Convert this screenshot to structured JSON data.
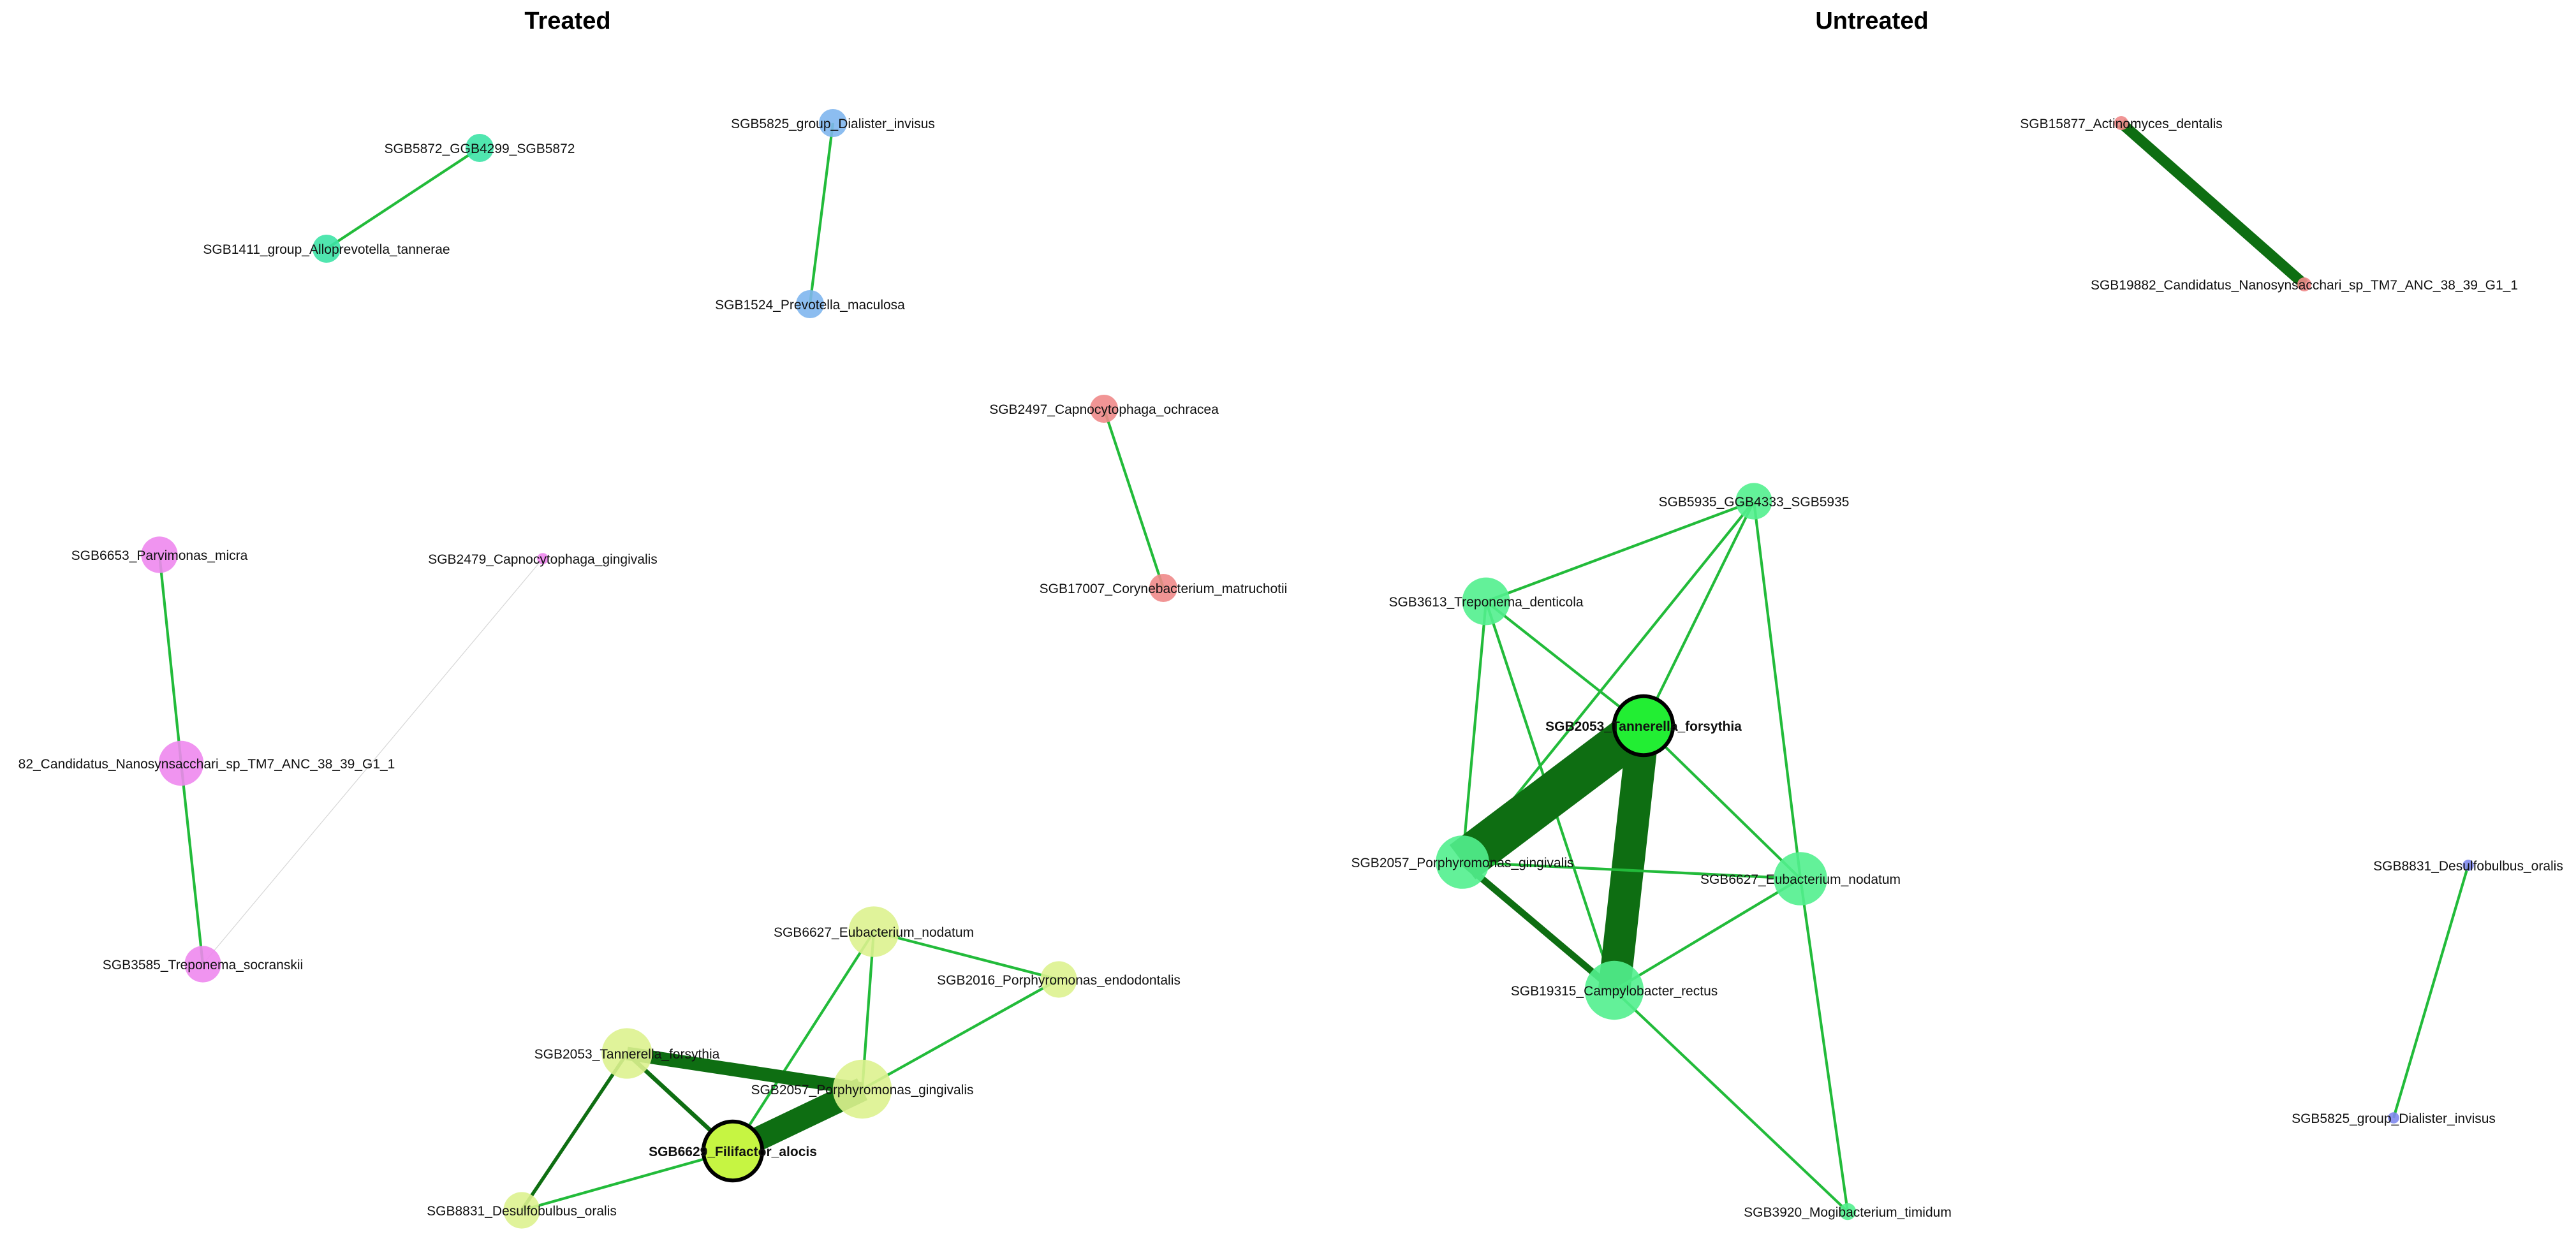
{
  "panels": [
    {
      "title": "Treated",
      "nodes": [
        {
          "id": "t_5872",
          "label": "SGB5872_GGB4299_SGB5872",
          "color": "#3de3a6",
          "size": 1
        },
        {
          "id": "t_1411",
          "label": "SGB1411_group_Alloprevotella_tannerae",
          "color": "#3de3a6",
          "size": 1
        },
        {
          "id": "t_5825",
          "label": "SGB5825_group_Dialister_invisus",
          "color": "#7fb6ee",
          "size": 1
        },
        {
          "id": "t_1524",
          "label": "SGB1524_Prevotella_maculosa",
          "color": "#7fb6ee",
          "size": 1
        },
        {
          "id": "t_2497",
          "label": "SGB2497_Capnocytophaga_ochracea",
          "color": "#f08a8a",
          "size": 1
        },
        {
          "id": "t_17007",
          "label": "SGB17007_Corynebacterium_matruchotii",
          "color": "#f08a8a",
          "size": 1
        },
        {
          "id": "t_6653",
          "label": "SGB6653_Parvimonas_micra",
          "color": "#ee88ee",
          "size": 1.3
        },
        {
          "id": "t_2479",
          "label": "SGB2479_Capnocytophaga_gingivalis",
          "color": "#ee88ee",
          "size": 0.4
        },
        {
          "id": "t_19882",
          "label": "82_Candidatus_Nanosynsacchari_sp_TM7_ANC_38_39_G1_1",
          "color": "#ee88ee",
          "size": 1.6
        },
        {
          "id": "t_3585",
          "label": "SGB3585_Treponema_socranskii",
          "color": "#ee88ee",
          "size": 1.3
        },
        {
          "id": "t_6627",
          "label": "SGB6627_Eubacterium_nodatum",
          "color": "#ddf28f",
          "size": 1.8
        },
        {
          "id": "t_2016",
          "label": "SGB2016_Porphyromonas_endodontalis",
          "color": "#ddf28f",
          "size": 1.3
        },
        {
          "id": "t_2053",
          "label": "SGB2053_Tannerella_forsythia",
          "color": "#ddf28f",
          "size": 1.8
        },
        {
          "id": "t_2057",
          "label": "SGB2057_Porphyromonas_gingivalis",
          "color": "#ddf28f",
          "size": 2.1
        },
        {
          "id": "t_6629",
          "label": "SGB6629_Filifactor_alocis",
          "color": "#c6f542",
          "size": 2.1,
          "hub": true
        },
        {
          "id": "t_8831",
          "label": "SGB8831_Desulfobulbus_oralis",
          "color": "#ddf28f",
          "size": 1.3
        }
      ],
      "edges": [
        {
          "source": "t_5872",
          "target": "t_1411",
          "weight": 1
        },
        {
          "source": "t_5825",
          "target": "t_1524",
          "weight": 1
        },
        {
          "source": "t_2497",
          "target": "t_17007",
          "weight": 1
        },
        {
          "source": "t_6653",
          "target": "t_19882",
          "weight": 1
        },
        {
          "source": "t_19882",
          "target": "t_3585",
          "weight": 1
        },
        {
          "source": "t_2479",
          "target": "t_3585",
          "weight": 0.2
        },
        {
          "source": "t_6627",
          "target": "t_2016",
          "weight": 1
        },
        {
          "source": "t_6627",
          "target": "t_2057",
          "weight": 1
        },
        {
          "source": "t_6627",
          "target": "t_6629",
          "weight": 1
        },
        {
          "source": "t_2016",
          "target": "t_2057",
          "weight": 1
        },
        {
          "source": "t_2053",
          "target": "t_2057",
          "weight": 5
        },
        {
          "source": "t_2053",
          "target": "t_6629",
          "weight": 1.6
        },
        {
          "source": "t_2053",
          "target": "t_8831",
          "weight": 1.3
        },
        {
          "source": "t_2057",
          "target": "t_6629",
          "weight": 9
        },
        {
          "source": "t_6629",
          "target": "t_8831",
          "weight": 1
        }
      ]
    },
    {
      "title": "Untreated",
      "nodes": [
        {
          "id": "u_15877",
          "label": "SGB15877_Actinomyces_dentalis",
          "color": "#f08a8a",
          "size": 0.5
        },
        {
          "id": "u_19882",
          "label": "SGB19882_Candidatus_Nanosynsacchari_sp_TM7_ANC_38_39_G1_1",
          "color": "#f08a8a",
          "size": 0.5
        },
        {
          "id": "u_5935",
          "label": "SGB5935_GGB4333_SGB5935",
          "color": "#52f08e",
          "size": 1.3
        },
        {
          "id": "u_3613",
          "label": "SGB3613_Treponema_denticola",
          "color": "#52f08e",
          "size": 1.7
        },
        {
          "id": "u_2053",
          "label": "SGB2053_Tannerella_forsythia",
          "color": "#22ee33",
          "size": 2.1,
          "hub": true
        },
        {
          "id": "u_2057",
          "label": "SGB2057_Porphyromonas_gingivalis",
          "color": "#52f08e",
          "size": 1.9
        },
        {
          "id": "u_6627",
          "label": "SGB6627_Eubacterium_nodatum",
          "color": "#52f08e",
          "size": 1.9
        },
        {
          "id": "u_19315",
          "label": "SGB19315_Campylobacter_rectus",
          "color": "#52f08e",
          "size": 2.1
        },
        {
          "id": "u_3920",
          "label": "SGB3920_Mogibacterium_timidum",
          "color": "#52f08e",
          "size": 0.6
        },
        {
          "id": "u_8831",
          "label": "SGB8831_Desulfobulbus_oralis",
          "color": "#7f88ee",
          "size": 0.4
        },
        {
          "id": "u_5825",
          "label": "SGB5825_group_Dialister_invisus",
          "color": "#7f88ee",
          "size": 0.4
        }
      ],
      "edges": [
        {
          "source": "u_15877",
          "target": "u_19882",
          "weight": 4
        },
        {
          "source": "u_5935",
          "target": "u_3613",
          "weight": 1
        },
        {
          "source": "u_5935",
          "target": "u_2053",
          "weight": 1
        },
        {
          "source": "u_5935",
          "target": "u_2057",
          "weight": 1
        },
        {
          "source": "u_5935",
          "target": "u_6627",
          "weight": 1
        },
        {
          "source": "u_3613",
          "target": "u_2053",
          "weight": 1
        },
        {
          "source": "u_3613",
          "target": "u_2057",
          "weight": 1
        },
        {
          "source": "u_3613",
          "target": "u_19315",
          "weight": 1
        },
        {
          "source": "u_2053",
          "target": "u_2057",
          "weight": 16
        },
        {
          "source": "u_2053",
          "target": "u_19315",
          "weight": 12
        },
        {
          "source": "u_2053",
          "target": "u_6627",
          "weight": 1
        },
        {
          "source": "u_2057",
          "target": "u_6627",
          "weight": 1
        },
        {
          "source": "u_2057",
          "target": "u_19315",
          "weight": 2.5
        },
        {
          "source": "u_19315",
          "target": "u_6627",
          "weight": 1
        },
        {
          "source": "u_19315",
          "target": "u_3920",
          "weight": 1
        },
        {
          "source": "u_6627",
          "target": "u_3920",
          "weight": 1
        },
        {
          "source": "u_8831",
          "target": "u_5825",
          "weight": 1
        }
      ]
    }
  ]
}
